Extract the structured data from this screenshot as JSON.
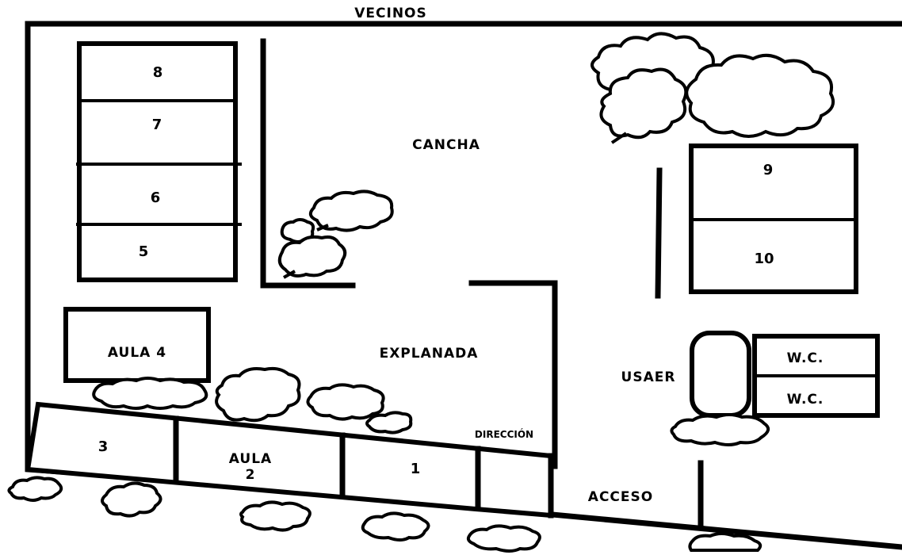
{
  "labels": {
    "neighbors": "VECINOS",
    "court": "CANCHA",
    "esplanade": "EXPLANADA",
    "usaer": "USAER",
    "wc_top": "W.C.",
    "wc_bottom": "W.C.",
    "access": "ACCESO",
    "direction": "DIRECCIÓN",
    "classroom4": "AULA  4",
    "classroom2_line1": "AULA",
    "classroom2_line2": "2",
    "room1": "1",
    "room3": "3",
    "room5": "5",
    "room6": "6",
    "room7": "7",
    "room8": "8",
    "room9": "9",
    "room10": "10"
  }
}
